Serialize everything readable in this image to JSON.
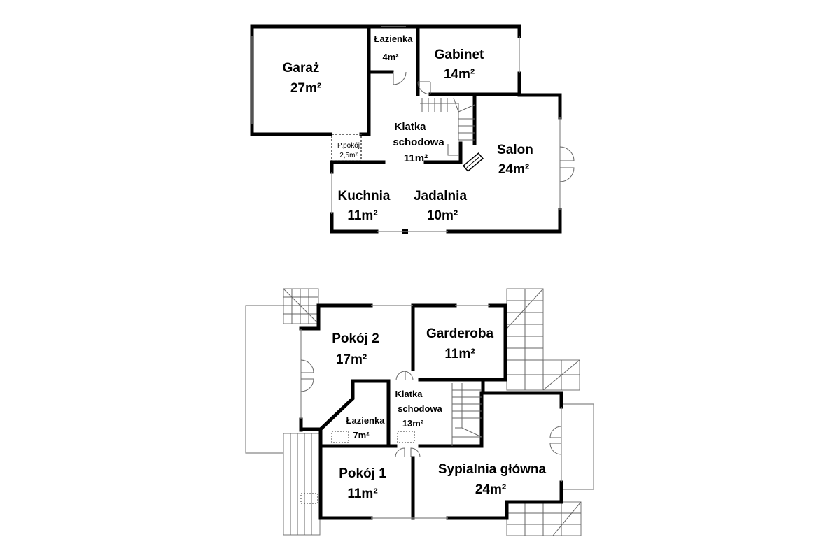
{
  "floor_ground": {
    "garage": {
      "name": "Garaż",
      "area": "27m²"
    },
    "bathroom": {
      "name": "Łazienka",
      "area": "4m²"
    },
    "office": {
      "name": "Gabinet",
      "area": "14m²"
    },
    "staircase": {
      "line1": "Klatka",
      "line2": "schodowa",
      "area": "11m²"
    },
    "utility": {
      "name": "P.pokój",
      "area": "2,5m²"
    },
    "living": {
      "name": "Salon",
      "area": "24m²"
    },
    "kitchen": {
      "name": "Kuchnia",
      "area": "11m²"
    },
    "dining": {
      "name": "Jadalnia",
      "area": "10m²"
    }
  },
  "floor_upper": {
    "room2": {
      "name": "Pokój 2",
      "area": "17m²"
    },
    "wardrobe": {
      "name": "Garderoba",
      "area": "11m²"
    },
    "staircase": {
      "line1": "Klatka",
      "line2": "schodowa",
      "area": "13m²"
    },
    "bathroom": {
      "name": "Łazienka",
      "area": "7m²"
    },
    "room1": {
      "name": "Pokój 1",
      "area": "11m²"
    },
    "master": {
      "name": "Sypialnia główna",
      "area": "24m²"
    }
  }
}
